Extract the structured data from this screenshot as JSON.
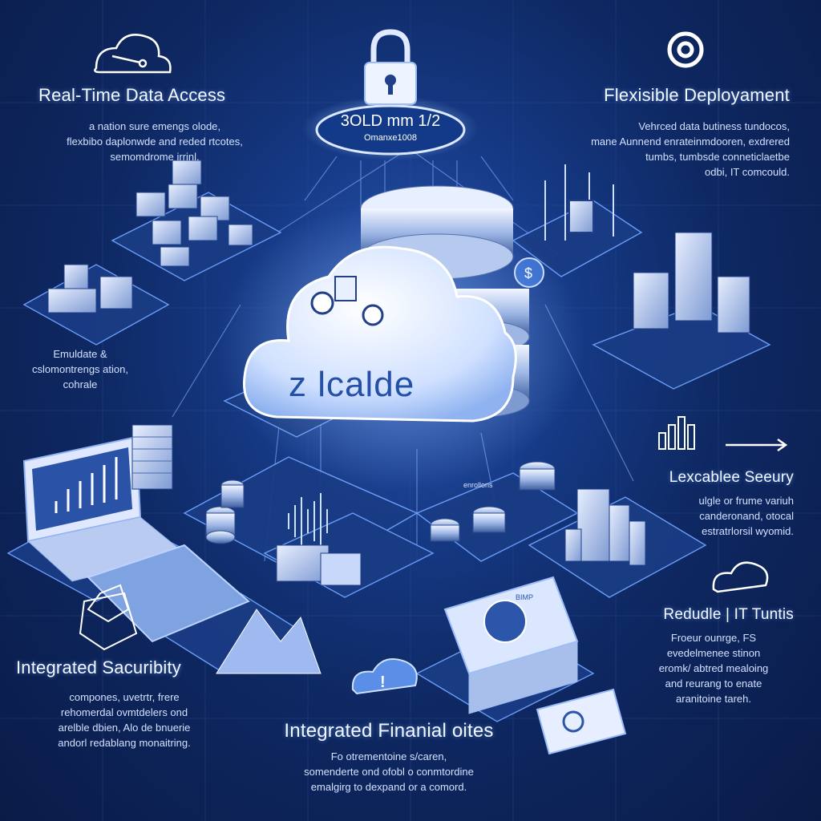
{
  "lock_badge": {
    "line1": "3OLD mm 1/2",
    "line2": "Omanxe1008"
  },
  "cloud": {
    "label": "z lcalde"
  },
  "tl": {
    "title": "Real-Time Data Access",
    "lines": [
      "a nation sure emengs olode,",
      "flexbibo daplonwde and reded rtcotes,",
      "semomdrome irrinl."
    ]
  },
  "tr": {
    "title": "Flexisible Deployament",
    "lines": [
      "Vehrced data butiness tundocos,",
      "mane Aunnend enrateinmdooren, exdrered",
      "tumbs, tumbsde conneticlaetbe",
      "odbi, IT comcould."
    ]
  },
  "ml": {
    "lines": [
      "Emuldate &",
      "cslomontrengs ation,",
      "cohrale"
    ]
  },
  "mr": {
    "title": "Lexcablee Seeury",
    "lines": [
      "ulgle or frume variuh",
      "canderonand, otocal",
      "estratrlorsil wyomid."
    ]
  },
  "rr": {
    "title": "Redudle | IT Tuntis",
    "lines": [
      "Froeur ounrge, FS",
      "evedelmenee stinon",
      "eromk/ abtred mealoing",
      "and reurang to enate",
      "aranitoine tareh."
    ]
  },
  "bl": {
    "title": "Integrated Sacuribity",
    "lines": [
      "compones,  uvetrtr,  frere",
      "rehomerdal ovmtdelers ond",
      "arelble dbien,  Alo de bnuerie",
      "andorl redablang monaitring."
    ]
  },
  "bc": {
    "title": "Integrated Finanial  oites",
    "lines": [
      "Fo otrementoine s/caren,",
      "somenderte ond ofobl o conmtordine",
      "emalgirg to dexpand or a comord."
    ]
  },
  "labels": {
    "enrollons": "enrollons",
    "panel_tag": "BIMP"
  },
  "colors": {
    "background": "#0e2862",
    "glow": "#7fb4ff",
    "cloud_face": "#e9f1ff"
  }
}
